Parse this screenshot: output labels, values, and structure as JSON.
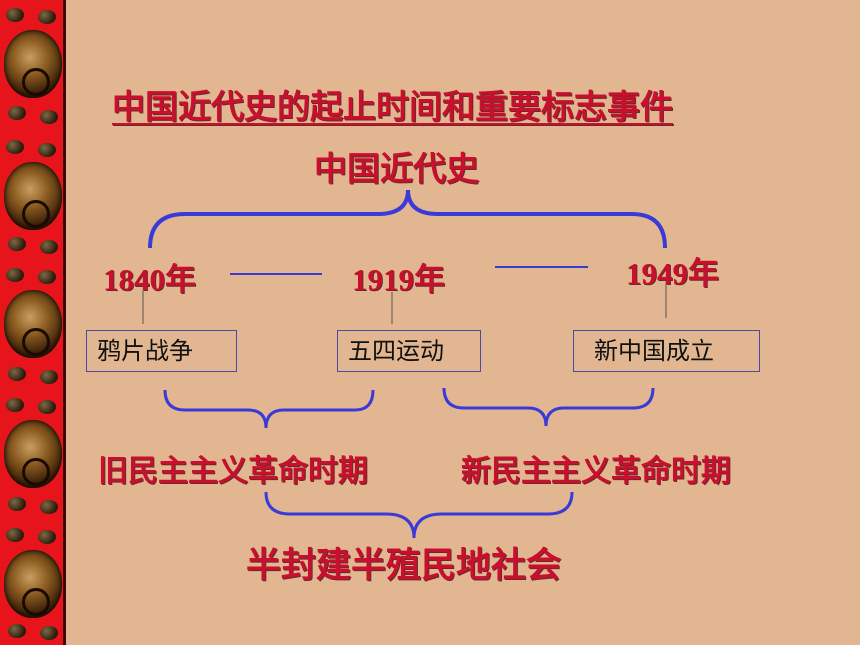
{
  "title": "中国近代史的起止时间和重要标志事件",
  "top_label": "中国近代史",
  "years": [
    "1840年",
    "1919年",
    "1949年"
  ],
  "events": [
    "鸦片战争",
    "五四运动",
    "新中国成立"
  ],
  "periods": [
    "旧民主主义革命时期",
    "新民主主义革命时期"
  ],
  "society": "半封建半殖民地社会",
  "colors": {
    "text_red": "#c8102e",
    "brace_blue": "#3a3ad8",
    "background": "#e2b690",
    "border_red": "#e8141c"
  }
}
